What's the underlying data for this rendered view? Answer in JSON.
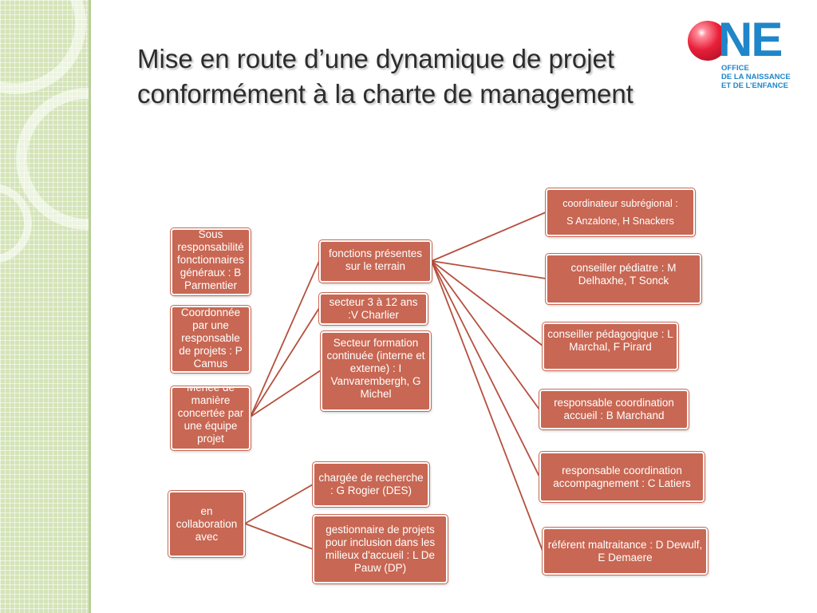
{
  "slide": {
    "title_line1": "Mise en route d’une dynamique de projet",
    "title_line2": "conformément à la charte de management"
  },
  "logo": {
    "name": "ONE",
    "letters": "NE",
    "sub_line1": "OFFICE",
    "sub_line2": "DE LA NAISSANCE",
    "sub_line3": "ET DE L’ENFANCE"
  },
  "left_column": {
    "sous_responsabilite": "Sous responsabilité fonctionnaires généraux : B Parmentier",
    "coordonnee": "Coordonnée par une responsable de projets : P Camus",
    "menee_label": "Menée de manière concertée par une équipe projet",
    "collaboration": "en collaboration avec"
  },
  "middle_column": {
    "fonctions": "fonctions présentes sur le terrain",
    "secteur_3_12": "secteur 3 à 12 ans :V Charlier",
    "secteur_formation": "Secteur formation continuée (interne et externe) : I Vanvarembergh, G Michel",
    "chargee_recherche": "chargée de recherche : G Rogier (DES)",
    "gestionnaire": "gestionnaire de projets pour inclusion dans les milieux d'accueil : L De Pauw (DP)"
  },
  "right_column": {
    "coordinateur_line1": "coordinateur subrégional :",
    "coordinateur_line2": "S Anzalone, H Snackers",
    "conseiller_pediatre": "conseiller pédiatre : M Delhaxhe, T Sonck",
    "conseiller_pedagogique": "conseiller pédagogique : L Marchal, F Pirard",
    "resp_accueil": "responsable coordination accueil : B Marchand",
    "resp_accompagnement": "responsable coordination accompagnement : C Latiers",
    "referent_maltraitance": "référent maltraitance : D Dewulf, E Demaere"
  },
  "colors": {
    "node_fill": "#c86753",
    "connector": "#b5503e",
    "sidebar": "#d4e4b8",
    "logo_blue": "#1f86c9",
    "logo_red": "#e8203a"
  }
}
